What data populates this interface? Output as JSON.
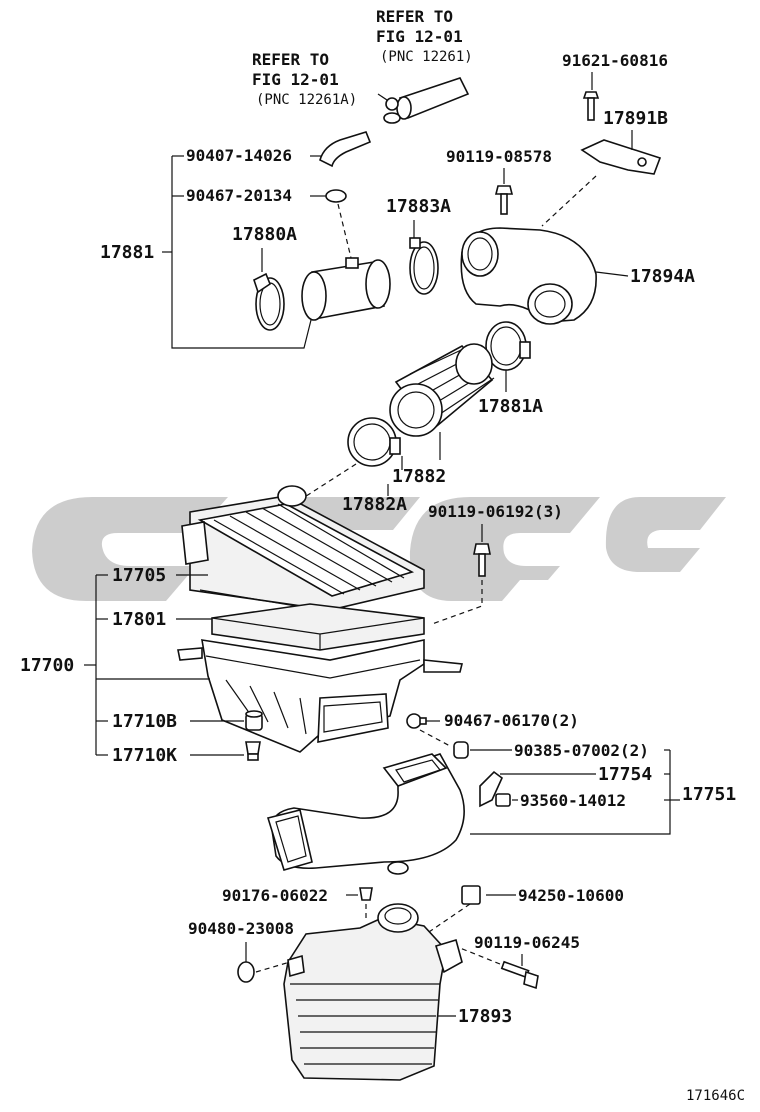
{
  "refs": {
    "ref_a_line1": "REFER TO",
    "ref_a_line2": "FIG 12-01",
    "ref_a_line3": "(PNC 12261)",
    "ref_b_line1": "REFER TO",
    "ref_b_line2": "FIG 12-01",
    "ref_b_line3": "(PNC 12261A)"
  },
  "labels": {
    "p91621": "91621-60816",
    "p17891B": "17891B",
    "p90407": "90407-14026",
    "p90119_08578": "90119-08578",
    "p90467_20134": "90467-20134",
    "p17883A": "17883A",
    "p17880A": "17880A",
    "p17881": "17881",
    "p17894A": "17894A",
    "p17881A": "17881A",
    "p17882": "17882",
    "p17882A": "17882A",
    "p90119_06192": "90119-06192(3)",
    "p17705": "17705",
    "p17801": "17801",
    "p17700": "17700",
    "p17710B": "17710B",
    "p17710K": "17710K",
    "p90467_06170": "90467-06170(2)",
    "p90385": "90385-07002(2)",
    "p17754": "17754",
    "p17751": "17751",
    "p93560": "93560-14012",
    "p90176": "90176-06022",
    "p94250": "94250-10600",
    "p90480": "90480-23008",
    "p90119_06245": "90119-06245",
    "p17893": "17893"
  },
  "figure_id": "171646C"
}
